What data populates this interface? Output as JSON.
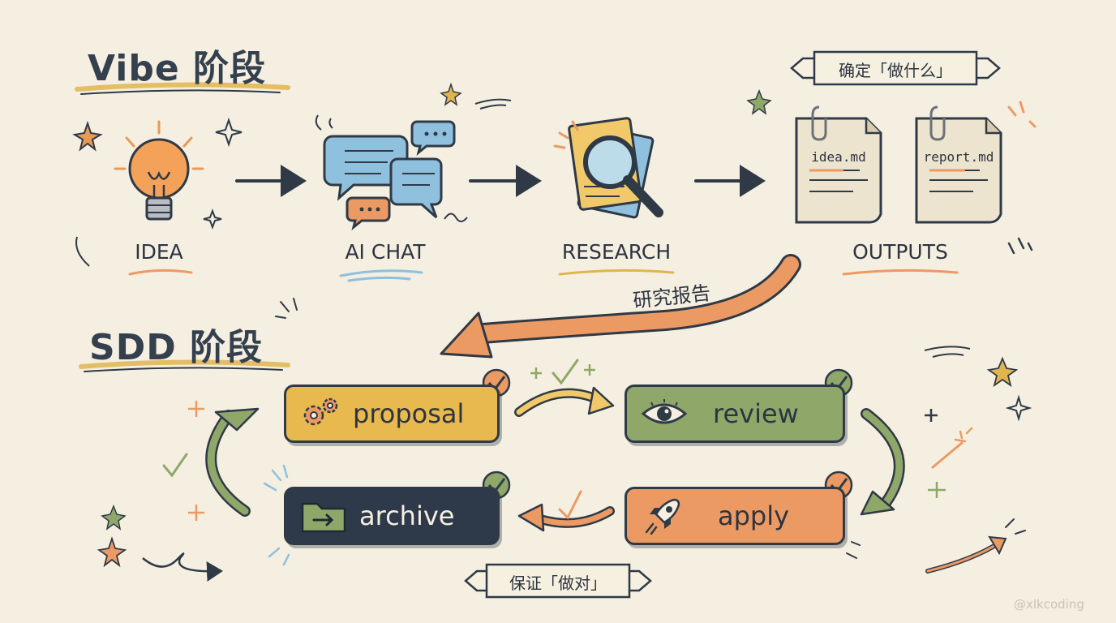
{
  "vibe_section": {
    "title": "Vibe 阶段",
    "stages": [
      {
        "label": "IDEA",
        "icon": "lightbulb-icon"
      },
      {
        "label": "AI CHAT",
        "icon": "chat-bubbles-icon"
      },
      {
        "label": "RESEARCH",
        "icon": "magnifier-icon"
      },
      {
        "label": "OUTPUTS",
        "icon": "documents-icon"
      }
    ],
    "banner": "确定「做什么」",
    "outputs": [
      "idea.md",
      "report.md"
    ]
  },
  "transition_label": "研究报告",
  "sdd_section": {
    "title": "SDD 阶段",
    "steps": [
      {
        "label": "proposal",
        "icon": "gears-icon",
        "color": "#e8b94f"
      },
      {
        "label": "review",
        "icon": "eye-icon",
        "color": "#8fa86a"
      },
      {
        "label": "apply",
        "icon": "rocket-icon",
        "color": "#ec9a63"
      },
      {
        "label": "archive",
        "icon": "folder-icon",
        "color": "#2e3a4a"
      }
    ],
    "banner": "保证「做对」"
  },
  "watermark": "@xlkcoding",
  "colors": {
    "background": "#f5efe2",
    "ink": "#2d3440",
    "yellow": "#e8b94f",
    "green": "#8fa86a",
    "orange": "#ec9a63",
    "navy": "#2e3a4a",
    "blue": "#8fc0dd"
  }
}
